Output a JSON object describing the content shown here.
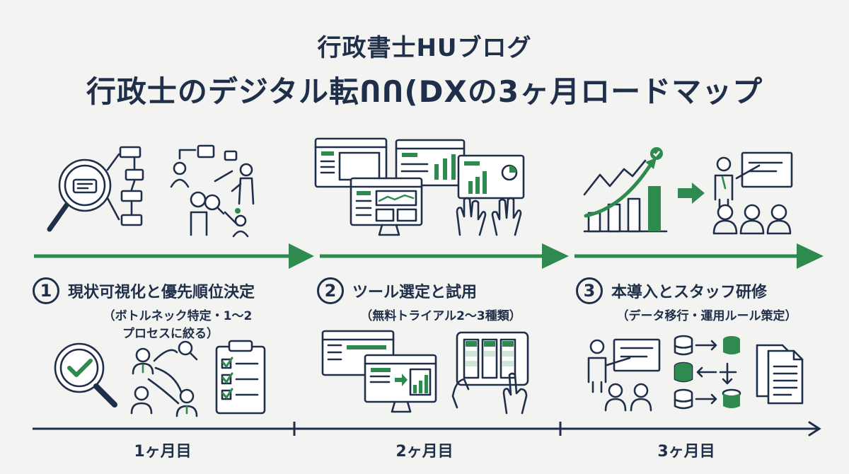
{
  "header": {
    "brand": "行政書士HUブログ",
    "title": "行政士のデジタル転ՈՈ(DXの3ヶ月ロードマップ"
  },
  "steps": [
    {
      "number": "1",
      "title": "現状可視化と優先順位決定",
      "sub_line1": "（ボトルネック特定・1〜2",
      "sub_line2": "プロセスに絞る）"
    },
    {
      "number": "2",
      "title": "ツール選定と試用",
      "sub_line1": "（無料トライアル2〜3種類）",
      "sub_line2": ""
    },
    {
      "number": "3",
      "title": "本導入とスタッフ研修",
      "sub_line1": "（データ移行・運用ルール策定）",
      "sub_line2": ""
    }
  ],
  "timeline": {
    "months": [
      "1ヶ月目",
      "2ヶ月目",
      "3ヶ月目"
    ]
  },
  "icons": {
    "step1_top": [
      "magnifier-flowchart-icon",
      "team-research-icon"
    ],
    "step1_bottom": [
      "magnifier-check-icon",
      "people-network-icon",
      "clipboard-checklist-icon"
    ],
    "step2_top": [
      "multiple-monitors-icon",
      "hands-on-dashboard-icon"
    ],
    "step2_bottom": [
      "screens-transfer-icon",
      "tablet-hands-icon"
    ],
    "step3_top": [
      "growth-chart-icon",
      "presenter-audience-icon"
    ],
    "step3_bottom": [
      "training-session-icon",
      "database-migration-icon",
      "documents-icon"
    ]
  },
  "colors": {
    "navy": "#1f2f4a",
    "green": "#2f8a4f",
    "background": "#f3f3f1"
  }
}
